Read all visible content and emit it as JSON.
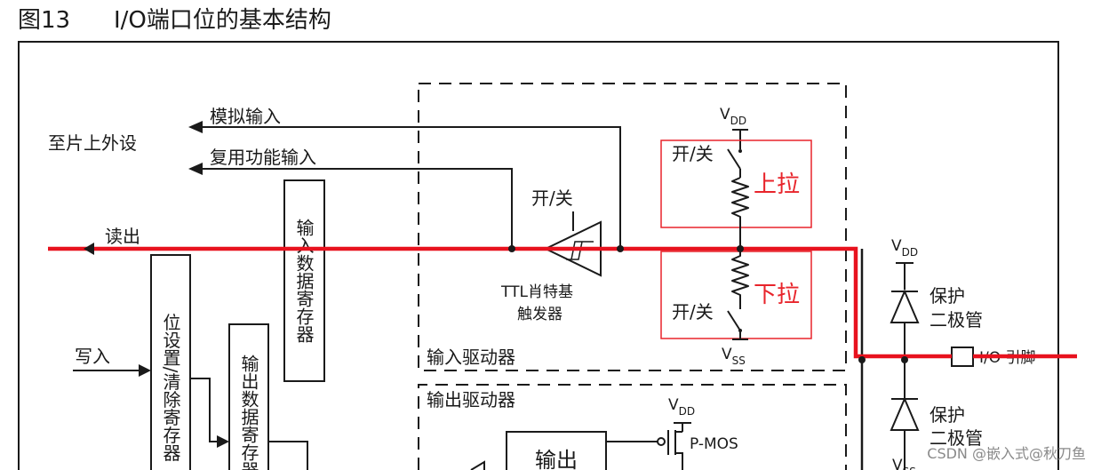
{
  "figure": {
    "number": "图13",
    "title": "I/O端口位的基本结构"
  },
  "peripheral": {
    "label": "至片上外设"
  },
  "signals": {
    "analog_in": "模拟输入",
    "alt_func_in": "复用功能输入",
    "read_out": "读出",
    "write_in": "写入"
  },
  "registers": {
    "input_data": "输入数据寄存器",
    "bit_set_reset": "位设置/清除寄存器",
    "output_data": "输出数据寄存器"
  },
  "input_driver": {
    "label": "输入驱动器",
    "switch_label": "开/关",
    "schmitt_label_line1": "TTL肖特基",
    "schmitt_label_line2": "触发器"
  },
  "pull": {
    "vdd_main": "V",
    "vdd_sub": "DD",
    "vss_main": "V",
    "vss_sub": "SS",
    "switch_up": "开/关",
    "switch_down": "开/关",
    "pull_up": "上拉",
    "pull_down": "下拉"
  },
  "output_driver": {
    "label": "输出驱动器",
    "vdd_main": "V",
    "vdd_sub": "DD",
    "output_block": "输出",
    "pmos": "P-MOS"
  },
  "protection": {
    "vdd_main": "V",
    "vdd_sub": "DD",
    "diode_top_line1": "保护",
    "diode_top_line2": "二极管",
    "diode_bottom_line1": "保护",
    "diode_bottom_line2": "二极管",
    "vss_main": "V",
    "vss_sub": "SS"
  },
  "pin": {
    "label": "I/O 引脚"
  },
  "watermark": "CSDN @嵌入式@秋刀鱼",
  "colors": {
    "signal_path": "#e8121e",
    "pull_box": "#e8242b",
    "pull_text": "#e8242b"
  }
}
